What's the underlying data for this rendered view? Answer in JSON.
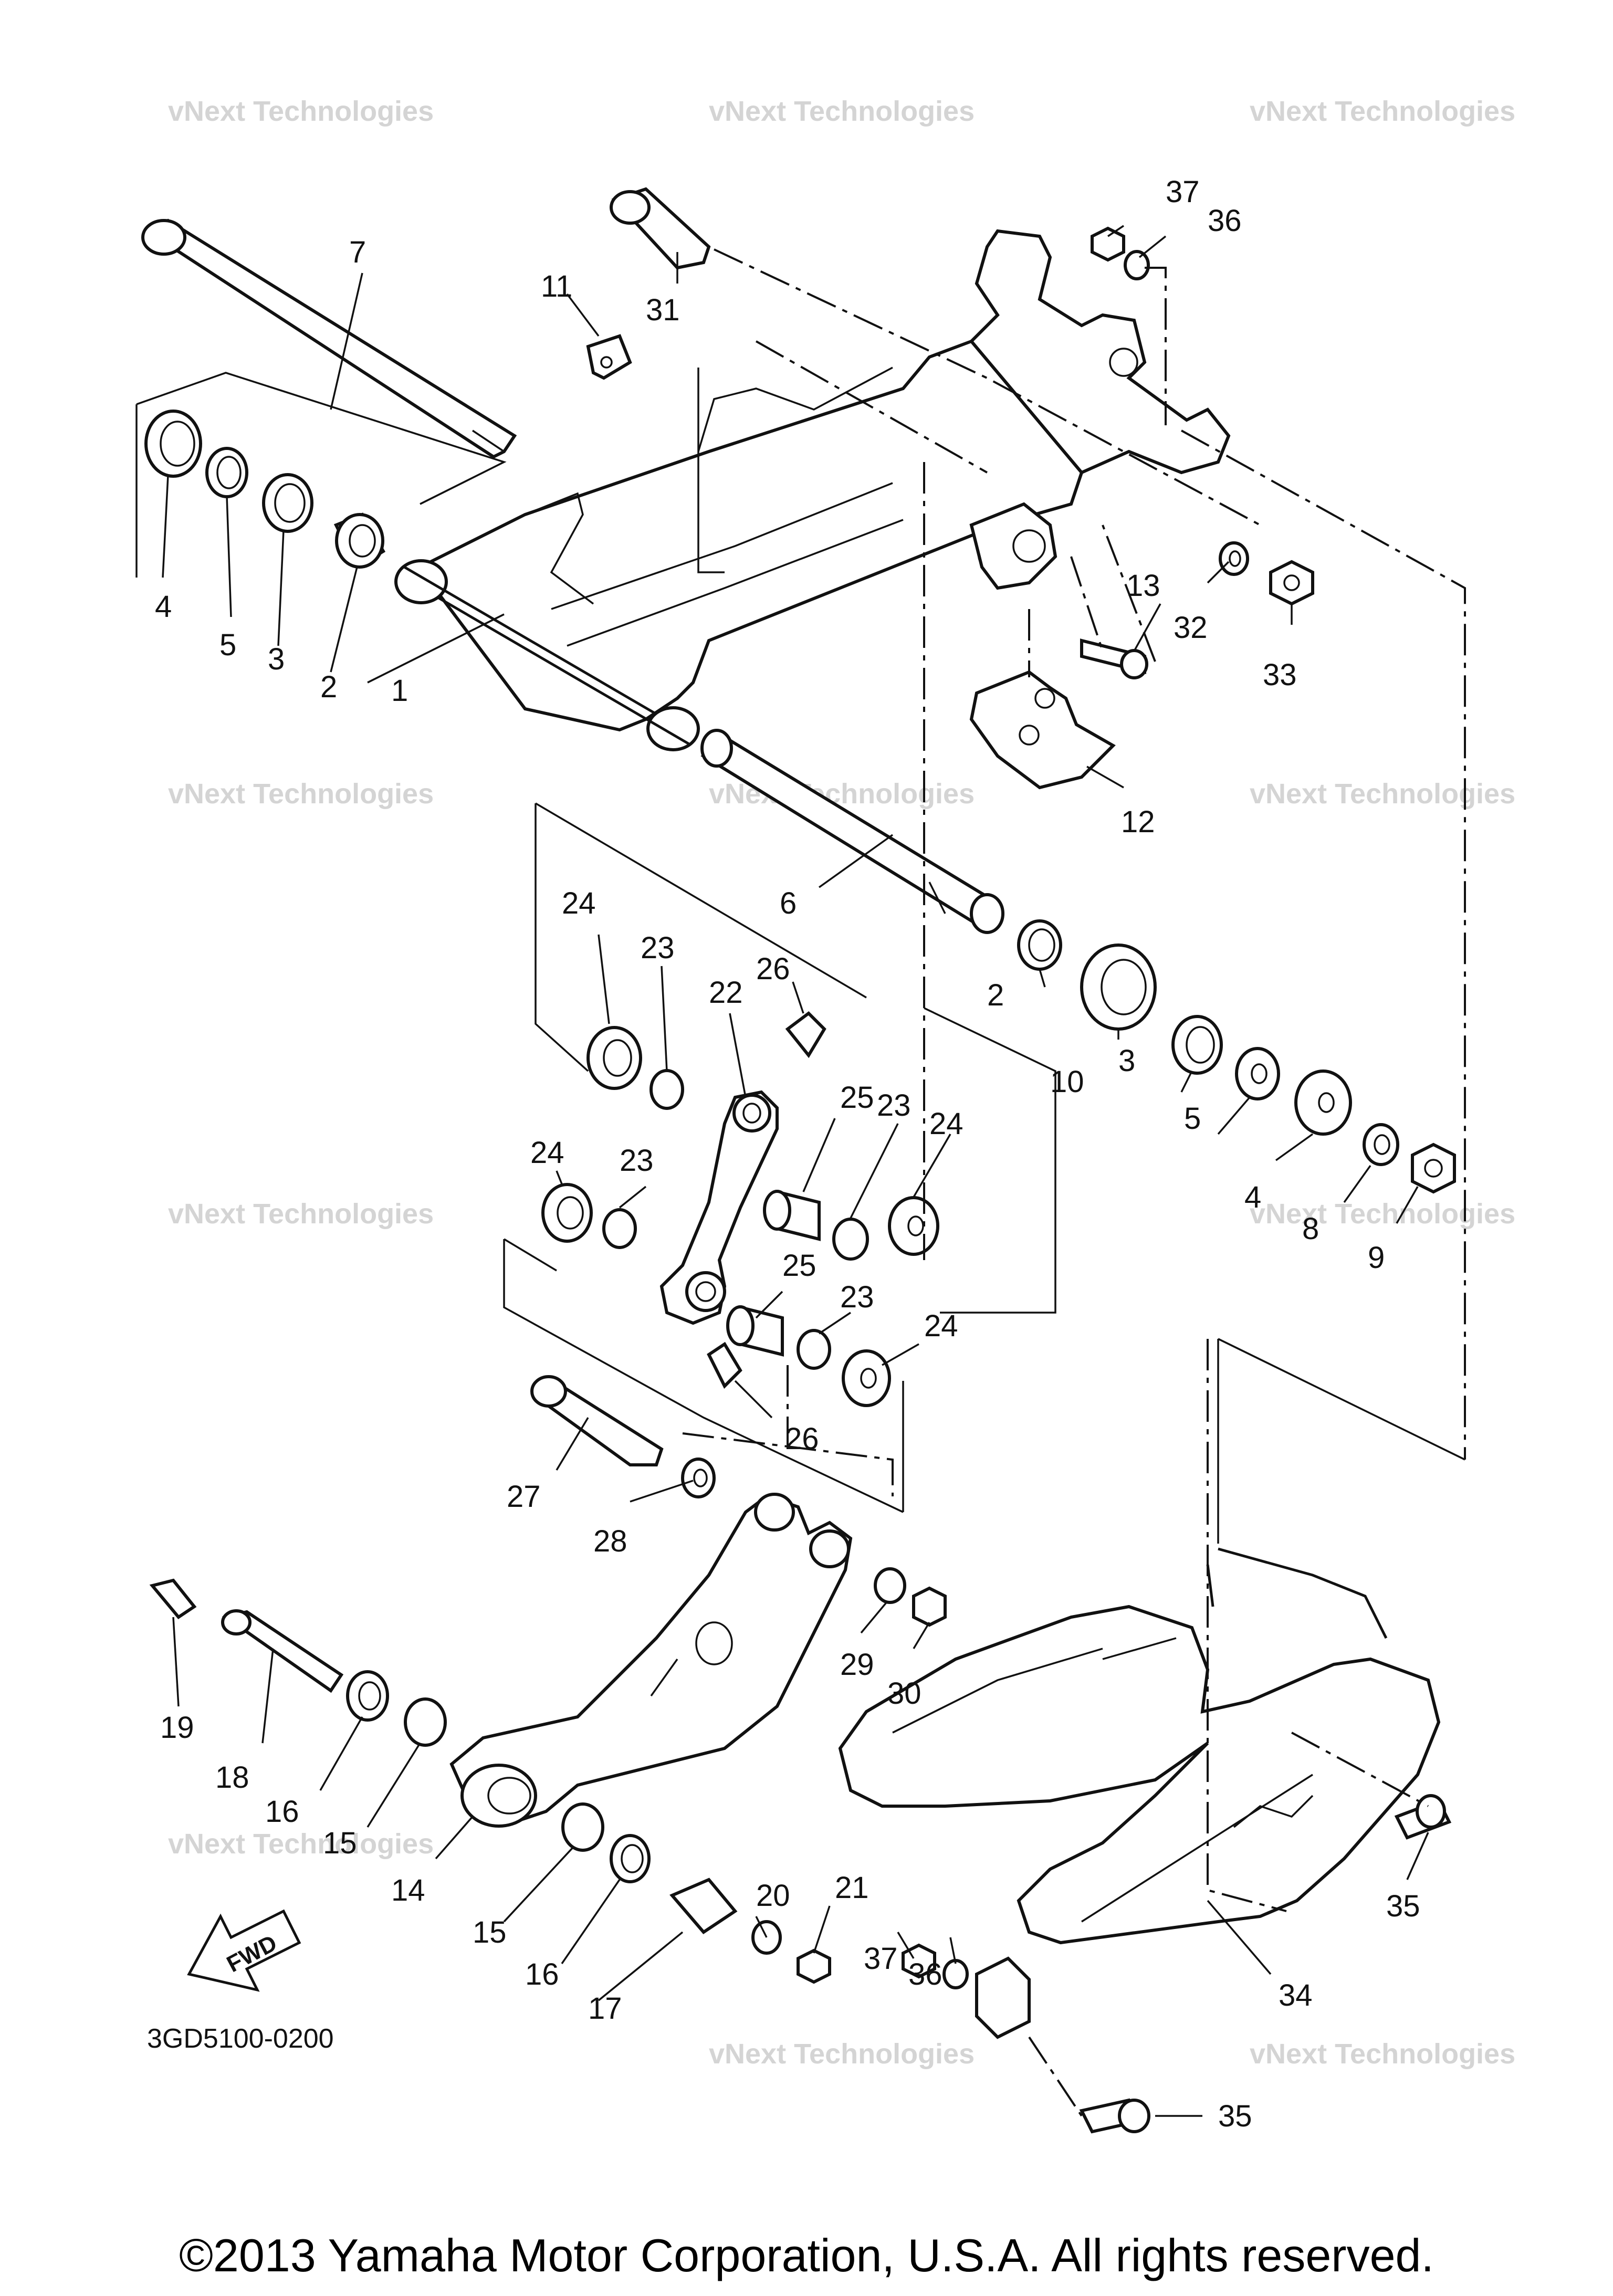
{
  "watermark": "vNext Technologies",
  "drawing_code": "3GD5100-0200",
  "fwd_label": "FWD",
  "copyright": "©2013 Yamaha Motor Corporation, U.S.A. All rights reserved.",
  "callouts": {
    "c1": "1",
    "c2a": "2",
    "c2b": "2",
    "c3a": "3",
    "c3b": "3",
    "c4a": "4",
    "c4b": "4",
    "c5a": "5",
    "c5b": "5",
    "c6": "6",
    "c7": "7",
    "c8": "8",
    "c9": "9",
    "c10": "10",
    "c11": "11",
    "c12": "12",
    "c13": "13",
    "c14": "14",
    "c15a": "15",
    "c15b": "15",
    "c16a": "16",
    "c16b": "16",
    "c17": "17",
    "c18": "18",
    "c19": "19",
    "c20": "20",
    "c21": "21",
    "c22": "22",
    "c23a": "23",
    "c23b": "23",
    "c23c": "23",
    "c23d": "23",
    "c24a": "24",
    "c24b": "24",
    "c24c": "24",
    "c24d": "24",
    "c25a": "25",
    "c25b": "25",
    "c26a": "26",
    "c26b": "26",
    "c27": "27",
    "c28": "28",
    "c29": "29",
    "c30": "30",
    "c31": "31",
    "c32": "32",
    "c33": "33",
    "c34": "34",
    "c35a": "35",
    "c35b": "35",
    "c36a": "36",
    "c36b": "36",
    "c37a": "37",
    "c37b": "37"
  }
}
